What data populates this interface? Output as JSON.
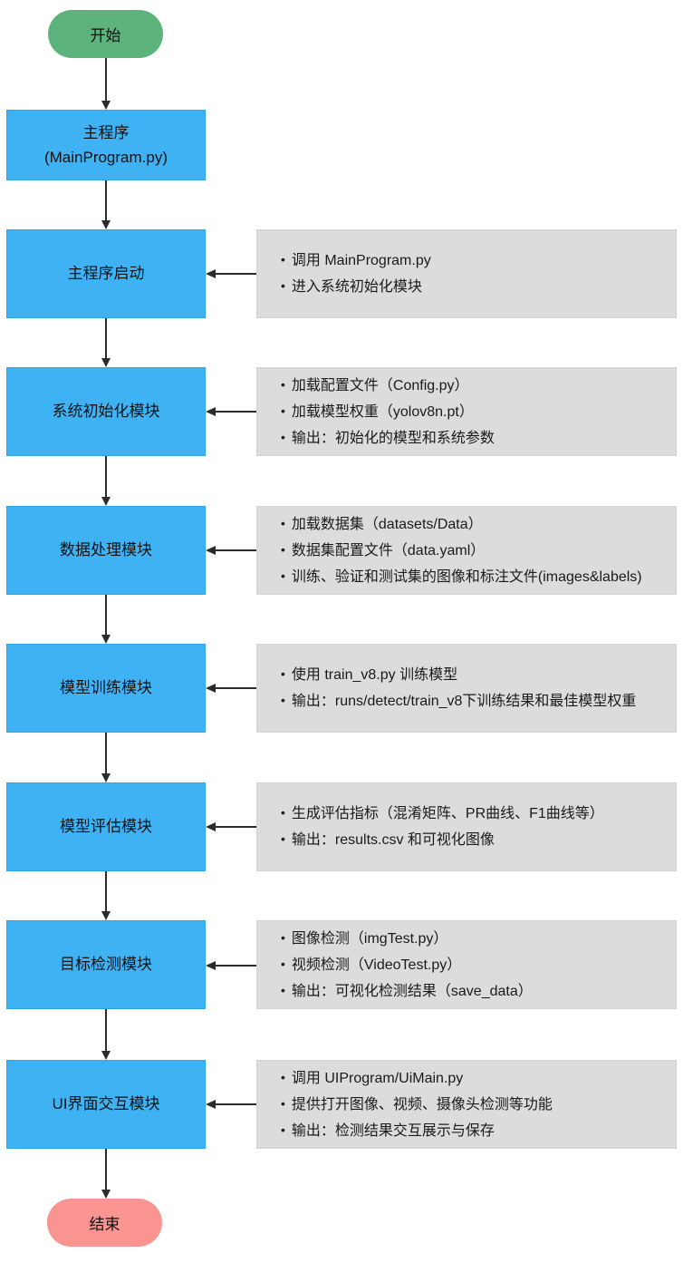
{
  "flow": {
    "title_semantic": "YOLOv8 program pipeline flowchart",
    "start_label": "开始",
    "end_label": "结束",
    "program_box": {
      "line1": "主程序",
      "line2": "(MainProgram.py)"
    },
    "steps": [
      {
        "label": "主程序启动",
        "notes": [
          "调用 MainProgram.py",
          "进入系统初始化模块"
        ]
      },
      {
        "label": "系统初始化模块",
        "notes": [
          "加载配置文件（Config.py）",
          "加载模型权重（yolov8n.pt）",
          "输出：初始化的模型和系统参数"
        ]
      },
      {
        "label": "数据处理模块",
        "notes": [
          "加载数据集（datasets/Data）",
          "数据集配置文件（data.yaml）",
          "训练、验证和测试集的图像和标注文件(images&labels)"
        ]
      },
      {
        "label": "模型训练模块",
        "notes": [
          "使用 train_v8.py 训练模型",
          "输出：runs/detect/train_v8下训练结果和最佳模型权重"
        ]
      },
      {
        "label": "模型评估模块",
        "notes": [
          "生成评估指标（混淆矩阵、PR曲线、F1曲线等）",
          "输出：results.csv 和可视化图像"
        ]
      },
      {
        "label": "目标检测模块",
        "notes": [
          "图像检测（imgTest.py）",
          "视频检测（VideoTest.py）",
          "输出：可视化检测结果（save_data）"
        ]
      },
      {
        "label": "UI界面交互模块",
        "notes": [
          "调用 UIProgram/UiMain.py",
          "提供打开图像、视频、摄像头检测等功能",
          "输出：检测结果交互展示与保存"
        ]
      }
    ],
    "colors": {
      "start_fill": "#5CB37C",
      "process_fill": "#3FB2F4",
      "note_fill": "#DCDCDC",
      "end_fill": "#FA9491",
      "arrow": "#2B2B2B"
    }
  }
}
